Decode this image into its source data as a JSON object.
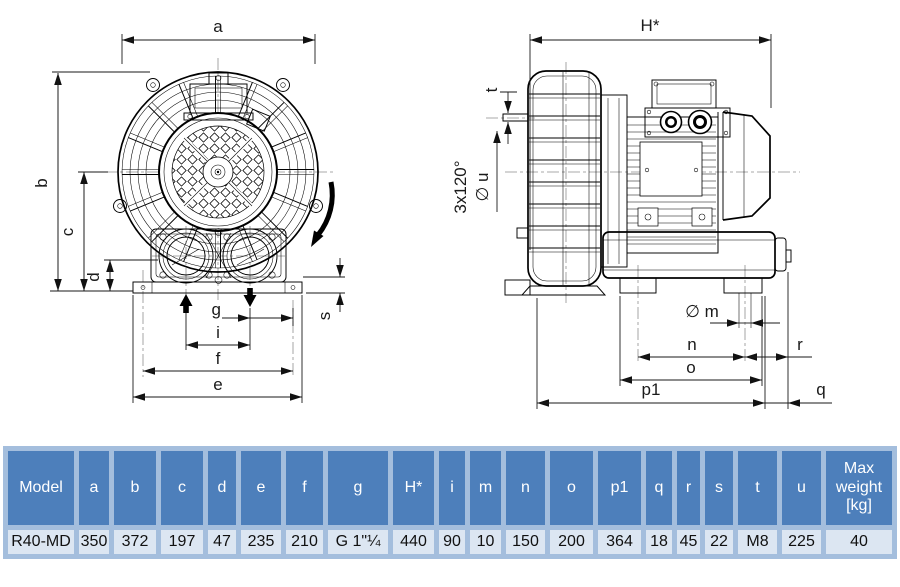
{
  "drawing": {
    "labels": {
      "a": "a",
      "b": "b",
      "c": "c",
      "d": "d",
      "e": "e",
      "f": "f",
      "g": "g",
      "i": "i",
      "s": "s",
      "H_star": "H*",
      "t": "t",
      "angle": "3x120°",
      "dia_u": "∅ u",
      "dia_m": "∅ m",
      "n": "n",
      "o": "o",
      "p1": "p1",
      "q": "q",
      "r": "r"
    }
  },
  "table": {
    "headers": [
      "Model",
      "a",
      "b",
      "c",
      "d",
      "e",
      "f",
      "g",
      "H*",
      "i",
      "m",
      "n",
      "o",
      "p1",
      "q",
      "r",
      "s",
      "t",
      "u",
      "Max weight [kg]"
    ],
    "row": [
      "R40-MD",
      "350",
      "372",
      "197",
      "47",
      "235",
      "210",
      "G 1\"¼",
      "440",
      "90",
      "10",
      "150",
      "200",
      "364",
      "18",
      "45",
      "22",
      "M8",
      "225",
      "40"
    ],
    "colors": {
      "header_bg": "#4d7fbb",
      "band_bg": "#a4bedd",
      "cell_bg": "#dce6f2"
    }
  }
}
